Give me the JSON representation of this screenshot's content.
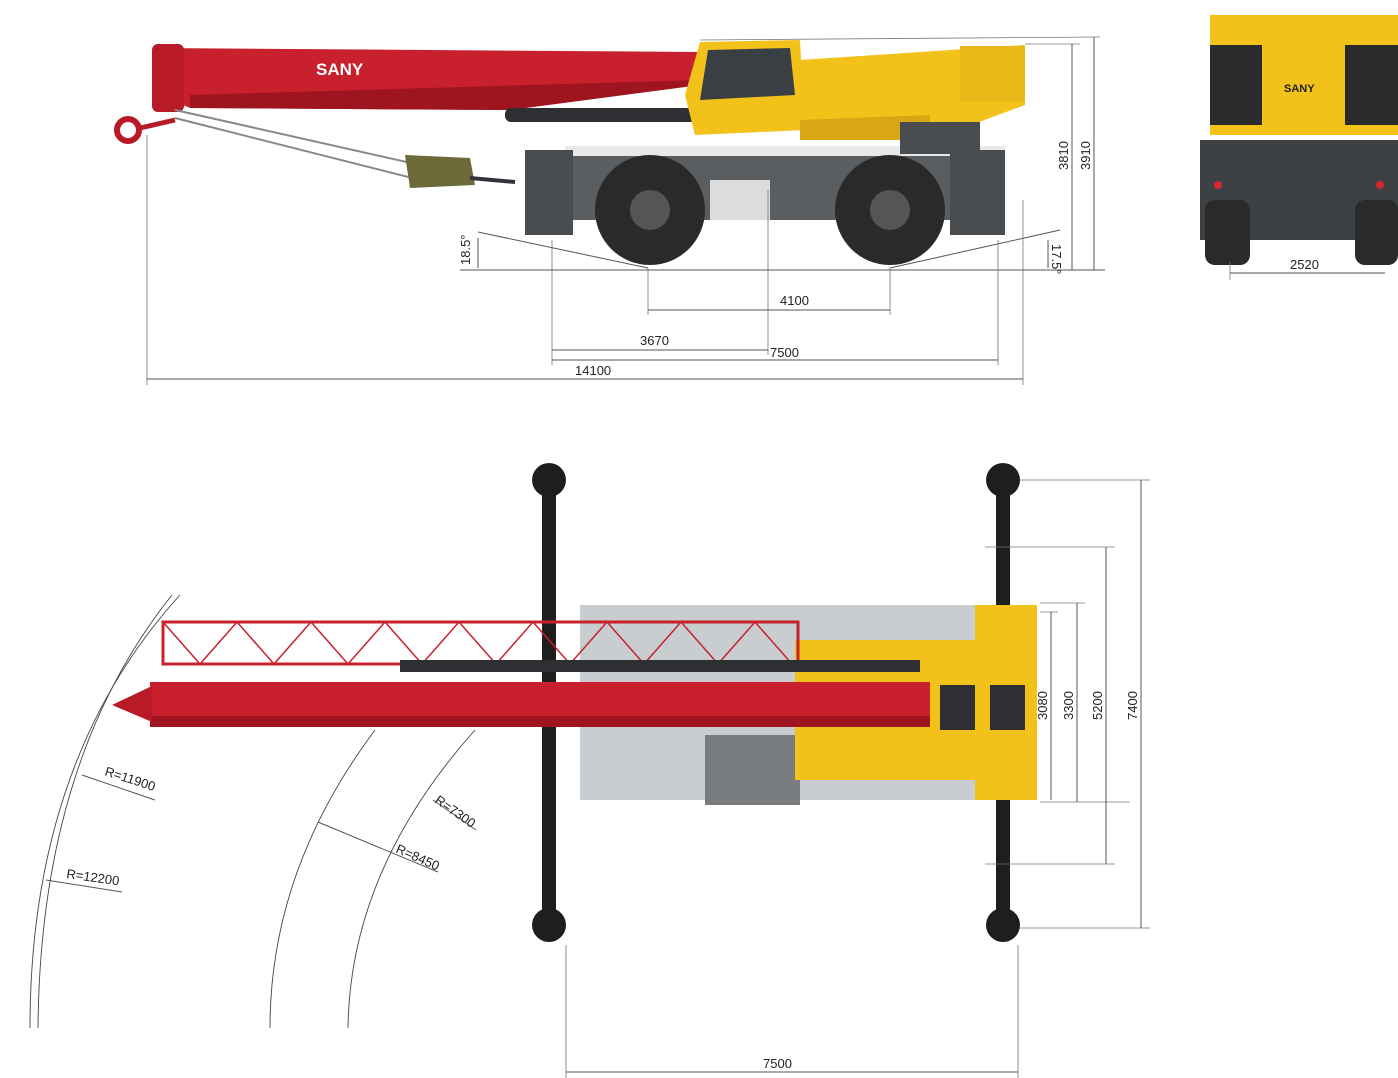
{
  "brand": {
    "logo_text": "SANY"
  },
  "colors": {
    "boom_red": "#c8202c",
    "boom_red_dark": "#9e1520",
    "body_yellow": "#f2c21b",
    "body_yellow_dark": "#d9a614",
    "chassis_grey": "#5b5e60",
    "tire_black": "#2a2a2a",
    "deck_grey": "#c9cdd0",
    "dimension_line": "#555555"
  },
  "side_view": {
    "overall_length": "14100",
    "wheelbase": "4100",
    "outrigger_span": "7500",
    "front_to_center": "3670",
    "height_cab": "3810",
    "height_total": "3910",
    "approach_angle": "18.5°",
    "departure_angle": "17.5°"
  },
  "rear_view": {
    "track_width": "2520"
  },
  "top_view": {
    "outrigger_span_length": "7500",
    "width_3080": "3080",
    "width_3300": "3300",
    "width_5200": "5200",
    "width_7400": "7400",
    "radius_tail": "R=7300",
    "radius_counterweight": "R=8450",
    "radius_boom": "R=11900",
    "radius_hook": "R=12200"
  }
}
